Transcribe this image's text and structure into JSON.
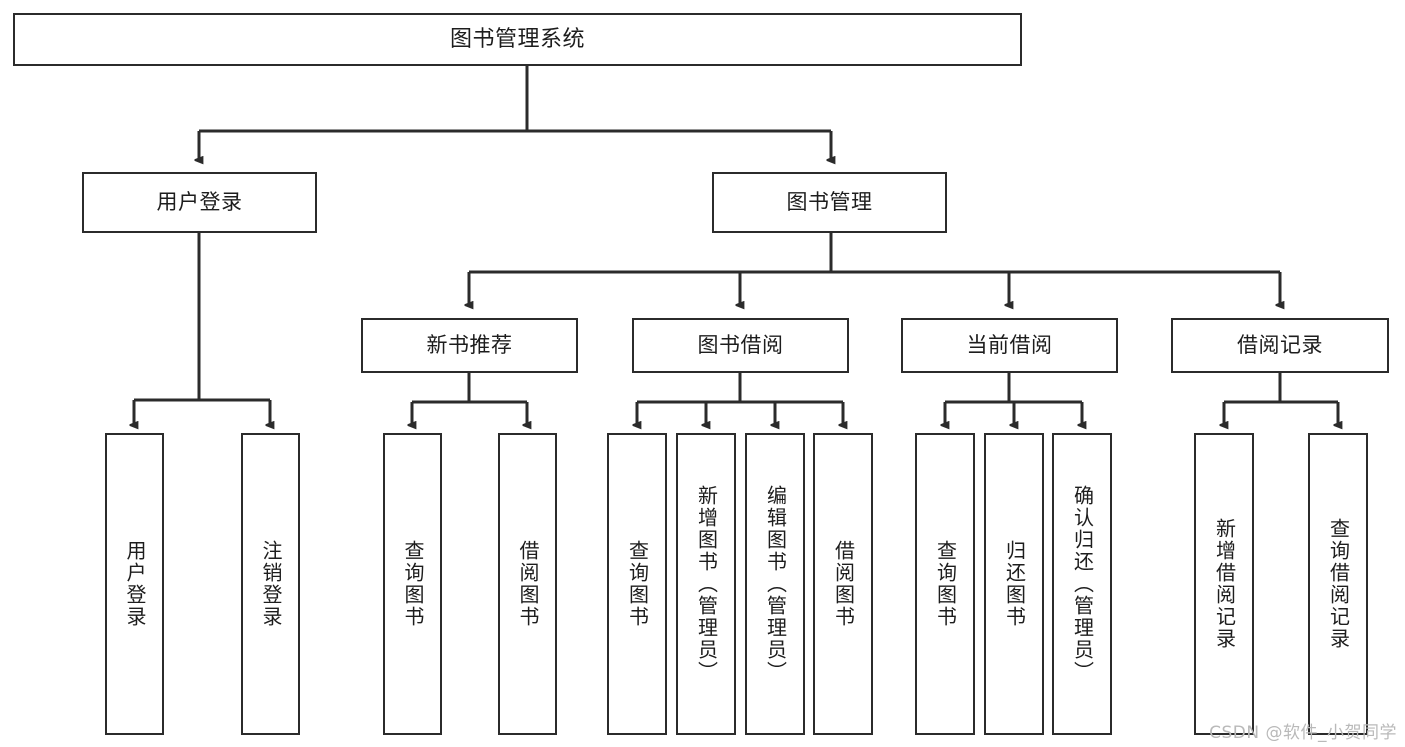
{
  "diagram": {
    "title": "图书管理系统",
    "type": "tree",
    "watermark": "CSDN @软件_小贺同学",
    "colors": {
      "node_border": "#2b2b2b",
      "node_fill": "#ffffff",
      "edge": "#2b2b2b",
      "text": "#1d1d1d",
      "watermark": "#b9b9b9",
      "background": "#ffffff"
    },
    "levels": {
      "root": "图书管理系统",
      "level2": [
        "用户登录",
        "图书管理"
      ],
      "level3": [
        "新书推荐",
        "图书借阅",
        "当前借阅",
        "借阅记录"
      ],
      "leaves": [
        "用户登录",
        "注销登录",
        "查询图书",
        "借阅图书",
        "查询图书",
        "新增图书（管理员）",
        "编辑图书（管理员）",
        "借阅图书",
        "查询图书",
        "归还图书",
        "确认归还（管理员）",
        "新增借阅记录",
        "查询借阅记录"
      ]
    },
    "nodes": {
      "root": {
        "label": "图书管理系统"
      },
      "user_login": {
        "label": "用户登录"
      },
      "book_manage": {
        "label": "图书管理"
      },
      "new_book_rec": {
        "label": "新书推荐"
      },
      "book_borrow": {
        "label": "图书借阅"
      },
      "current_borrow": {
        "label": "当前借阅"
      },
      "borrow_record": {
        "label": "借阅记录"
      },
      "leaf_user_login": {
        "label": "用户登录"
      },
      "leaf_logout": {
        "label": "注销登录"
      },
      "leaf_query_book_1": {
        "label": "查询图书"
      },
      "leaf_borrow_book_1": {
        "label": "借阅图书"
      },
      "leaf_query_book_2": {
        "label": "查询图书"
      },
      "leaf_add_book": {
        "label": "新增图书（管理员）"
      },
      "leaf_edit_book": {
        "label": "编辑图书（管理员）"
      },
      "leaf_borrow_book_2": {
        "label": "借阅图书"
      },
      "leaf_query_book_3": {
        "label": "查询图书"
      },
      "leaf_return_book": {
        "label": "归还图书"
      },
      "leaf_confirm_return": {
        "label": "确认归还（管理员）"
      },
      "leaf_add_record": {
        "label": "新增借阅记录"
      },
      "leaf_query_record": {
        "label": "查询借阅记录"
      }
    }
  }
}
